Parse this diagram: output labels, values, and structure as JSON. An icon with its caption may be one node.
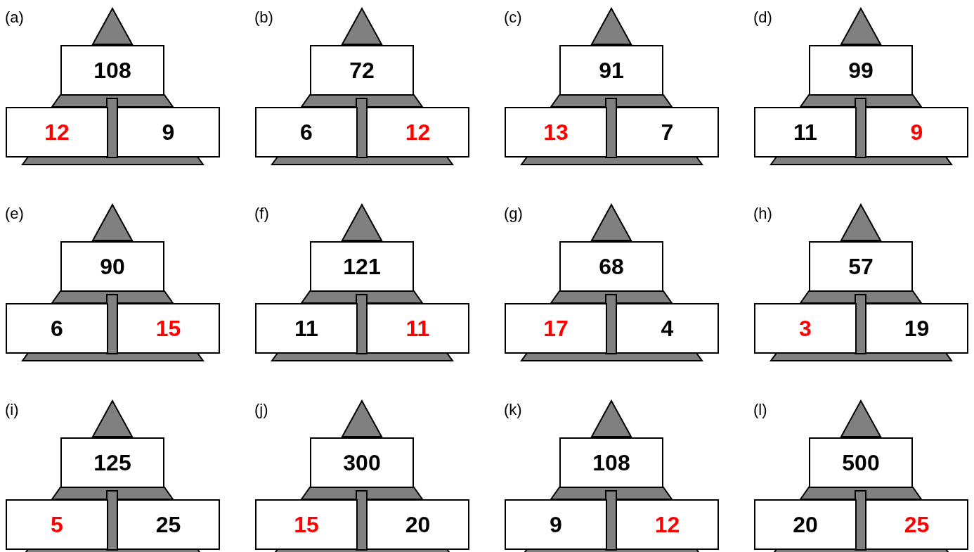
{
  "diagram": {
    "nodes": [
      {
        "text": [
          "108"
        ]
      },
      {
        "text": [
          "12"
        ]
      },
      {
        "text": [
          "9"
        ]
      },
      {
        "text": [
          "72"
        ]
      },
      {
        "text": [
          "6"
        ]
      },
      {
        "text": [
          "12"
        ]
      },
      {
        "text": [
          "91"
        ]
      },
      {
        "text": [
          "13"
        ]
      },
      {
        "text": [
          "7"
        ]
      },
      {
        "text": [
          "99"
        ]
      },
      {
        "text": [
          "11"
        ]
      },
      {
        "text": [
          "9"
        ]
      },
      {
        "text": [
          "90"
        ]
      },
      {
        "text": [
          "6"
        ]
      },
      {
        "text": [
          "15"
        ]
      },
      {
        "text": [
          "121"
        ]
      },
      {
        "text": [
          "11"
        ]
      },
      {
        "text": [
          "11"
        ]
      },
      {
        "text": [
          "68"
        ]
      },
      {
        "text": [
          "17"
        ]
      },
      {
        "text": [
          "4"
        ]
      },
      {
        "text": [
          "57"
        ]
      },
      {
        "text": [
          "3"
        ]
      },
      {
        "text": [
          "19"
        ]
      },
      {
        "text": [
          "125"
        ]
      },
      {
        "text": [
          "5"
        ]
      },
      {
        "text": [
          "25"
        ]
      },
      {
        "text": [
          "300"
        ]
      },
      {
        "text": [
          "15"
        ]
      },
      {
        "text": [
          "20"
        ]
      },
      {
        "text": [
          "108"
        ]
      },
      {
        "text": [
          "9"
        ]
      },
      {
        "text": [
          "12"
        ]
      },
      {
        "text": [
          "500"
        ]
      },
      {
        "text": [
          "20"
        ]
      },
      {
        "text": [
          "25"
        ]
      }
    ],
    "edges": [],
    "labels": [
      "(a)",
      "(b)",
      "(c)",
      "(d)",
      "(e)",
      "(f)",
      "(g)",
      "(h)",
      "(i)",
      "(j)",
      "(k)",
      "(l)"
    ]
  }
}
